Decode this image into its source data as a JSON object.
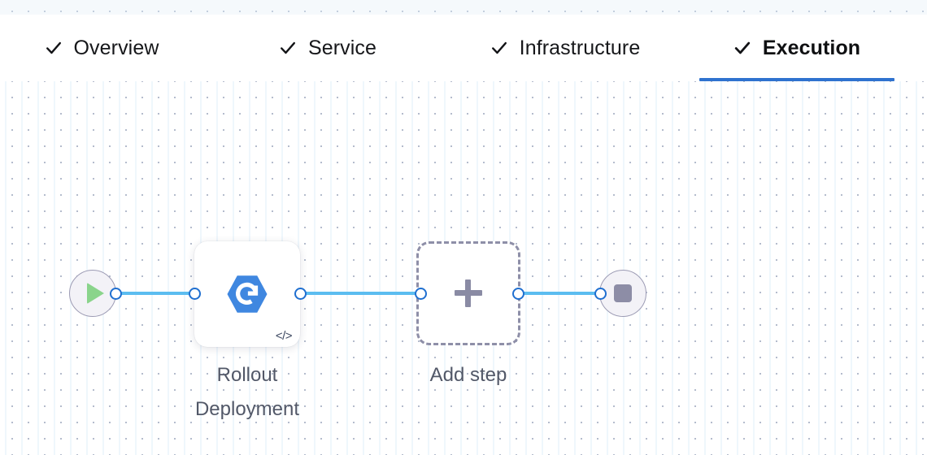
{
  "tabs": [
    {
      "label": "Overview",
      "icon": "check-icon",
      "active": false,
      "complete": true
    },
    {
      "label": "Service",
      "icon": "check-icon",
      "active": false,
      "complete": true
    },
    {
      "label": "Infrastructure",
      "icon": "check-icon",
      "active": false,
      "complete": true
    },
    {
      "label": "Execution",
      "icon": "check-icon",
      "active": true,
      "complete": true
    }
  ],
  "canvas": {
    "nodes": [
      {
        "id": "start",
        "type": "start-node",
        "icon": "play-icon",
        "label": ""
      },
      {
        "id": "rollout-deployment",
        "type": "step-node",
        "icon": "rollout-deployment-icon",
        "badge_icon": "code-icon",
        "badge_text": "</>",
        "label": "Rollout\nDeployment"
      },
      {
        "id": "add-step",
        "type": "add-step-node",
        "icon": "plus-icon",
        "label": "Add step"
      },
      {
        "id": "end",
        "type": "end-node",
        "icon": "stop-icon",
        "label": ""
      }
    ],
    "edges": [
      {
        "from": "start",
        "to": "rollout-deployment"
      },
      {
        "from": "rollout-deployment",
        "to": "add-step"
      },
      {
        "from": "add-step",
        "to": "end"
      }
    ]
  },
  "colors": {
    "accent": "#2f72cf",
    "edge": "#5bbdf0",
    "port_ring": "#1f6fd0",
    "node_icon_blue": "#3f87e0",
    "play_green": "#8ad48b",
    "stop_gray": "#8d8da6",
    "dashed_border": "#8e8fa8",
    "caption_text": "#525868",
    "tab_text": "#16171a",
    "canvas_dot": "#b4bccd"
  }
}
